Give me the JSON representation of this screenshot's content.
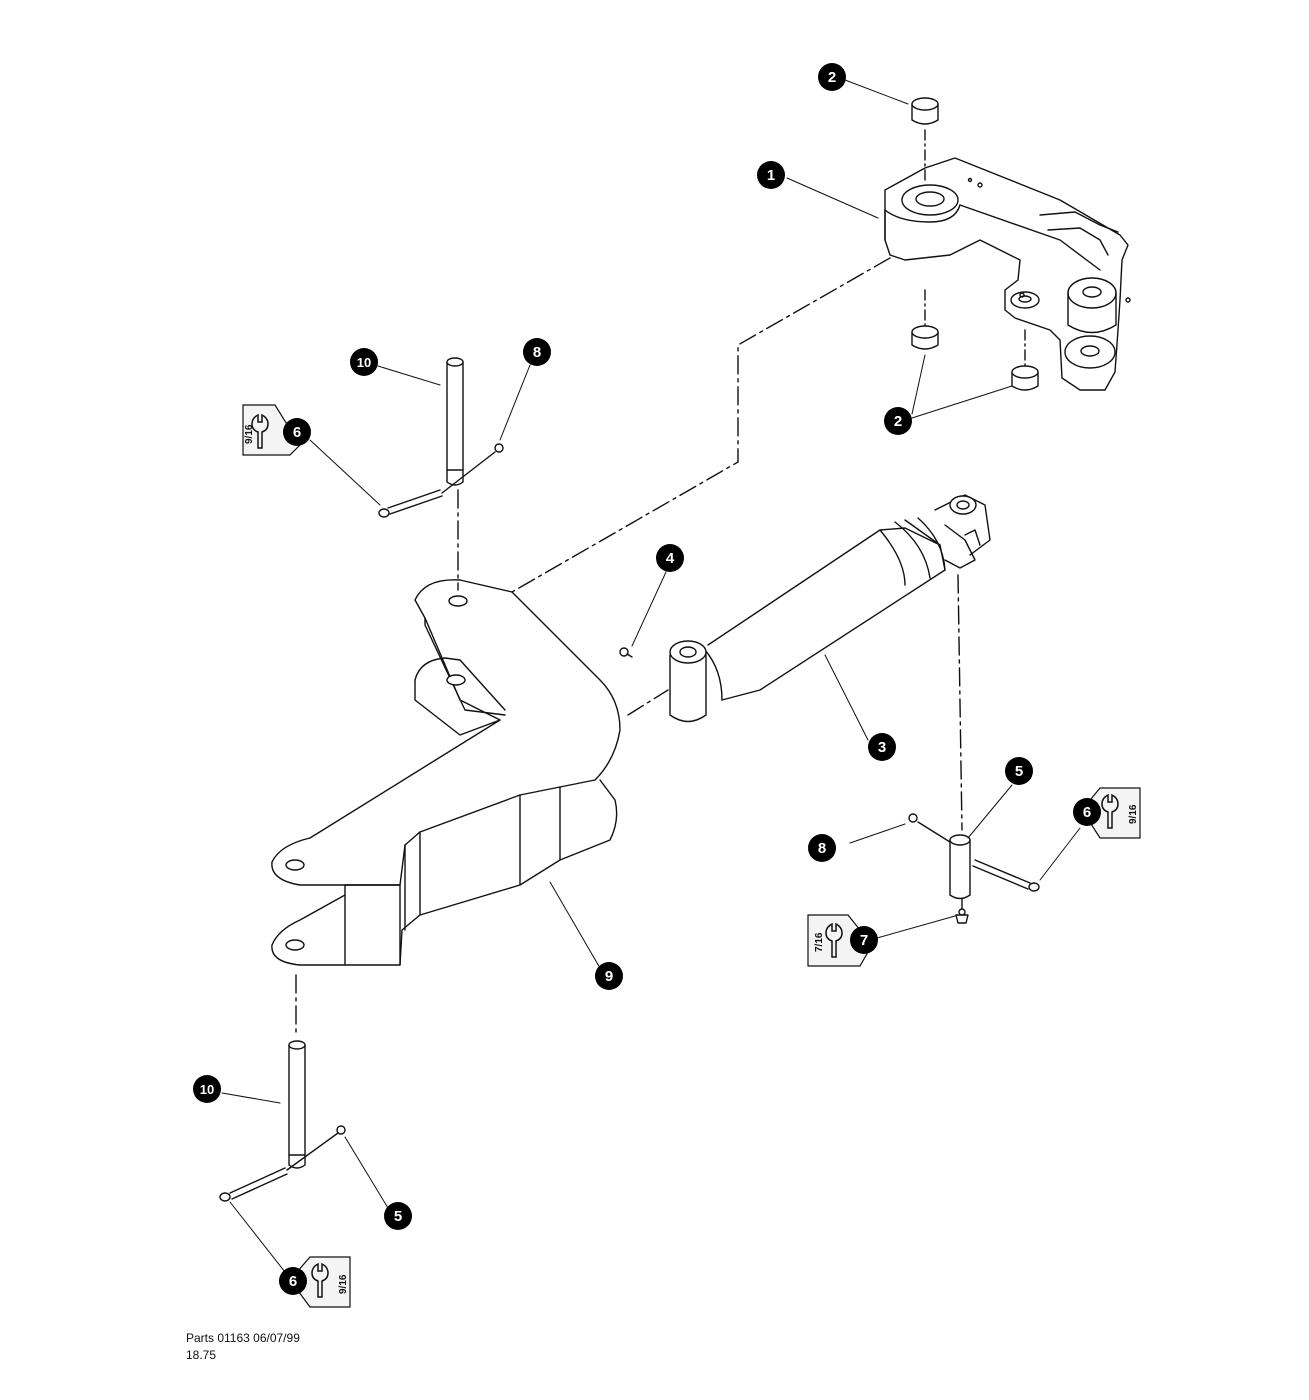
{
  "callouts": {
    "c1": "1",
    "c2a": "2",
    "c2b": "2",
    "c3": "3",
    "c4": "4",
    "c5a": "5",
    "c5b": "5",
    "c6a": "6",
    "c6b": "6",
    "c6c": "6",
    "c7": "7",
    "c8a": "8",
    "c8b": "8",
    "c9": "9",
    "c10a": "10",
    "c10b": "10"
  },
  "tool_tags": {
    "t1": "9/16",
    "t2": "9/16",
    "t3": "7/16",
    "t4": "9/16"
  },
  "footer": {
    "line1": "Parts 01163  06/07/99",
    "line2": "18.75"
  },
  "colors": {
    "line": "#111111",
    "callout_fill": "#000000",
    "tag_fill": "#f4f4f4"
  }
}
